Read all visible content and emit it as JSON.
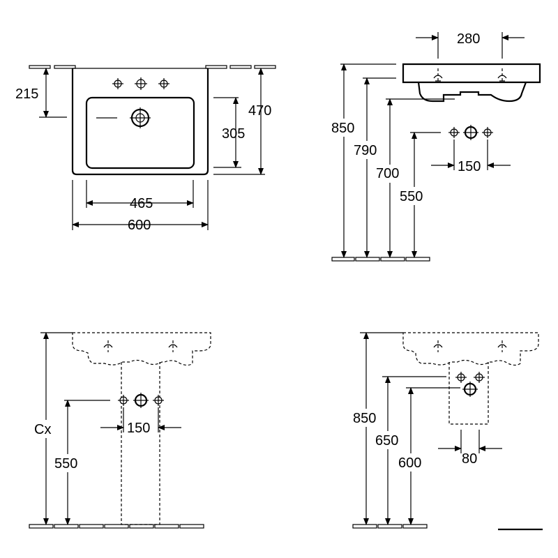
{
  "top_view": {
    "dims": {
      "tap_offset": "215",
      "bowl_depth": "305",
      "overall_depth": "470",
      "bowl_width": "465",
      "overall_width": "600"
    }
  },
  "side_view": {
    "dims": {
      "tap_spacing": "280",
      "rim_height": "850",
      "bowl_height": "790",
      "waste_height": "700",
      "supply_height": "550",
      "supply_spacing": "150"
    }
  },
  "pedestal_view": {
    "dims": {
      "rim_height": "Cx",
      "supply_height": "550",
      "supply_spacing": "150"
    }
  },
  "semi_pedestal_view": {
    "dims": {
      "rim_height": "850",
      "pedestal_top": "650",
      "supply_height": "600",
      "supply_spacing": "80"
    }
  }
}
